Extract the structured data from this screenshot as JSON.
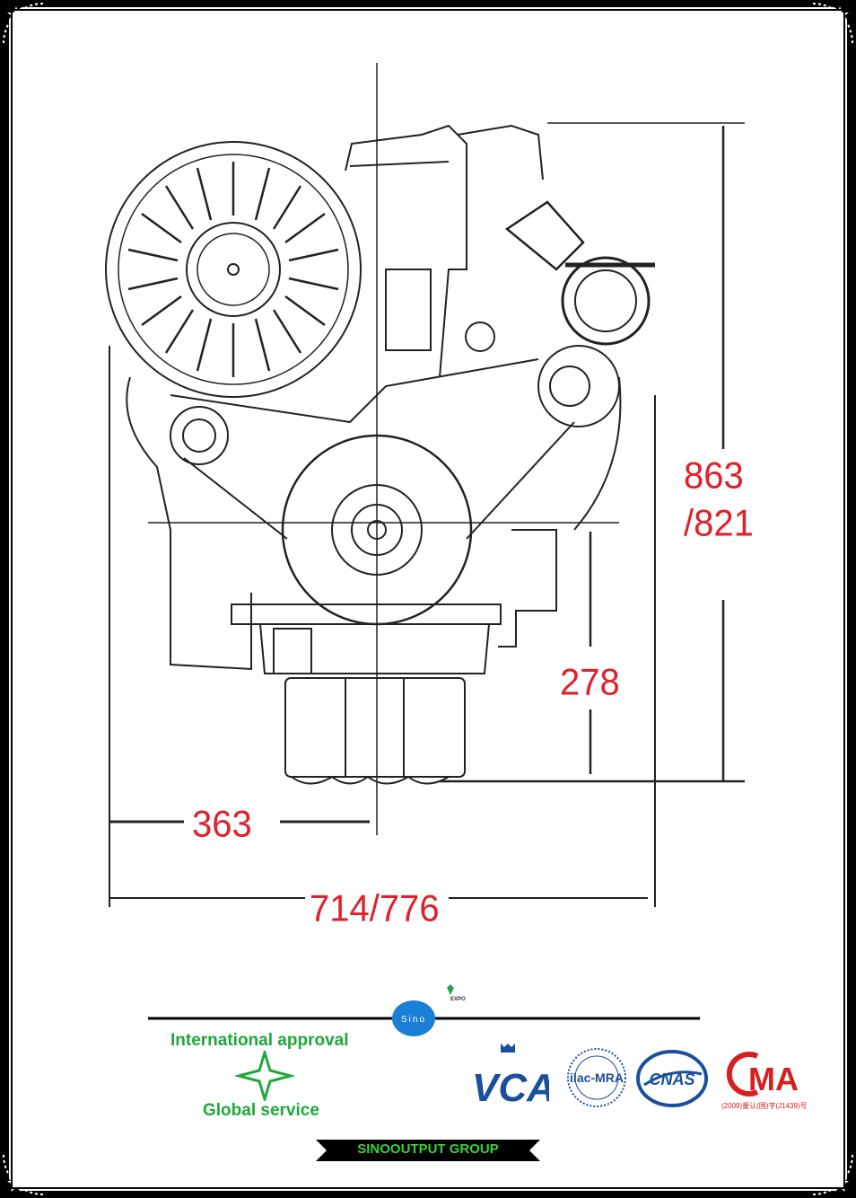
{
  "dimensions": {
    "height_total": "863",
    "height_alt": "/821",
    "height_crank": "278",
    "width_half": "363",
    "width_total": "714/776"
  },
  "footer": {
    "approval": "International approval",
    "service": "Global service",
    "group": "SINOOUTPUT GROUP",
    "sino_logo": "Sino",
    "expo_logo": "EXPO",
    "cert_vca": "VCA",
    "cert_ilac": "ilac-MRA",
    "cert_cnas": "CNAS",
    "cert_cma": "MA",
    "cert_cma_caption": "(2009)量认(国)字(J1439)号"
  },
  "colors": {
    "dimension": "#e0202a",
    "accent_green": "#1fa83c",
    "logo_blue": "#1a4f9c"
  }
}
